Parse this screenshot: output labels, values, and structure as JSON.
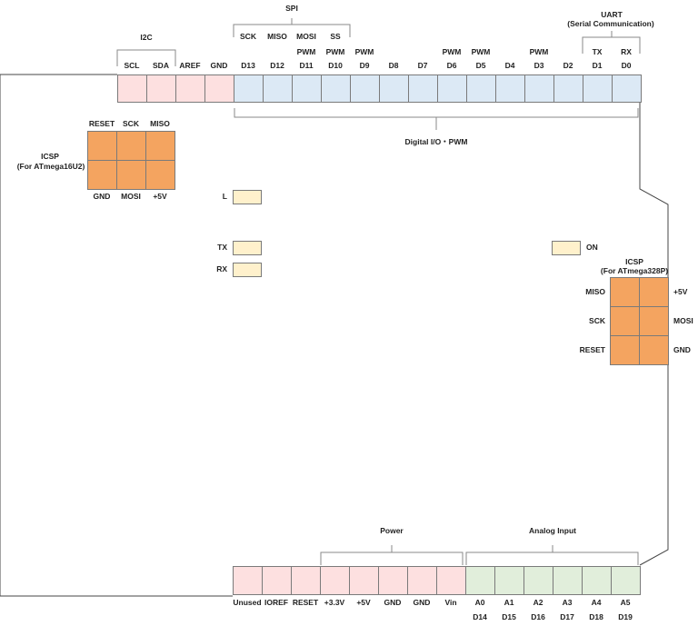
{
  "colors": {
    "pin_pink": "#fde0e0",
    "pin_blue": "#dce9f5",
    "pin_green": "#e1eedb",
    "icsp_orange": "#f4a460",
    "led_yellow": "#fff1cc",
    "outline": "#7a7a7a"
  },
  "groups": {
    "spi": "SPI",
    "i2c": "I2C",
    "uart_line1": "UART",
    "uart_line2": "(Serial Communication)",
    "digital": "Digital I/O・PWM",
    "power": "Power",
    "analog": "Analog Input"
  },
  "top_sub_labels": {
    "scl": "SCL",
    "sda": "SDA",
    "sck": "SCK",
    "miso": "MISO",
    "mosi": "MOSI",
    "ss": "SS",
    "tx": "TX",
    "rx": "RX"
  },
  "pwm_label": "PWM",
  "top_header": [
    {
      "label": "",
      "color": "pink"
    },
    {
      "label": "",
      "color": "pink"
    },
    {
      "label": "AREF",
      "color": "pink"
    },
    {
      "label": "GND",
      "color": "pink"
    },
    {
      "label": "D13",
      "color": "blue",
      "pwm": false
    },
    {
      "label": "D12",
      "color": "blue",
      "pwm": false
    },
    {
      "label": "D11",
      "color": "blue",
      "pwm": true
    },
    {
      "label": "D10",
      "color": "blue",
      "pwm": true
    },
    {
      "label": "D9",
      "color": "blue",
      "pwm": true
    },
    {
      "label": "D8",
      "color": "blue",
      "pwm": false
    },
    {
      "label": "D7",
      "color": "blue",
      "pwm": false
    },
    {
      "label": "D6",
      "color": "blue",
      "pwm": true
    },
    {
      "label": "D5",
      "color": "blue",
      "pwm": true
    },
    {
      "label": "D4",
      "color": "blue",
      "pwm": false
    },
    {
      "label": "D3",
      "color": "blue",
      "pwm": true
    },
    {
      "label": "D2",
      "color": "blue",
      "pwm": false
    },
    {
      "label": "D1",
      "color": "blue",
      "pwm": false
    },
    {
      "label": "D0",
      "color": "blue",
      "pwm": false
    }
  ],
  "bottom_header": [
    {
      "label": "Unused",
      "sub": "",
      "color": "pink"
    },
    {
      "label": "IOREF",
      "sub": "",
      "color": "pink"
    },
    {
      "label": "RESET",
      "sub": "",
      "color": "pink"
    },
    {
      "label": "+3.3V",
      "sub": "",
      "color": "pink"
    },
    {
      "label": "+5V",
      "sub": "",
      "color": "pink"
    },
    {
      "label": "GND",
      "sub": "",
      "color": "pink"
    },
    {
      "label": "GND",
      "sub": "",
      "color": "pink"
    },
    {
      "label": "Vin",
      "sub": "",
      "color": "pink"
    },
    {
      "label": "A0",
      "sub": "D14",
      "color": "green"
    },
    {
      "label": "A1",
      "sub": "D15",
      "color": "green"
    },
    {
      "label": "A2",
      "sub": "D16",
      "color": "green"
    },
    {
      "label": "A3",
      "sub": "D17",
      "color": "green"
    },
    {
      "label": "A4",
      "sub": "D18",
      "color": "green"
    },
    {
      "label": "A5",
      "sub": "D19",
      "color": "green"
    }
  ],
  "icsp_16u2": {
    "title_line1": "ICSP",
    "title_line2": "(For ATmega16U2)",
    "top_labels": [
      "RESET",
      "SCK",
      "MISO"
    ],
    "bottom_labels": [
      "GND",
      "MOSI",
      "+5V"
    ]
  },
  "icsp_328p": {
    "title_line1": "ICSP",
    "title_line2": "(For ATmega328P)",
    "left_labels": [
      "MISO",
      "SCK",
      "RESET"
    ],
    "right_labels": [
      "+5V",
      "MOSI",
      "GND"
    ]
  },
  "leds": {
    "l": "L",
    "tx": "TX",
    "rx": "RX",
    "on": "ON"
  }
}
